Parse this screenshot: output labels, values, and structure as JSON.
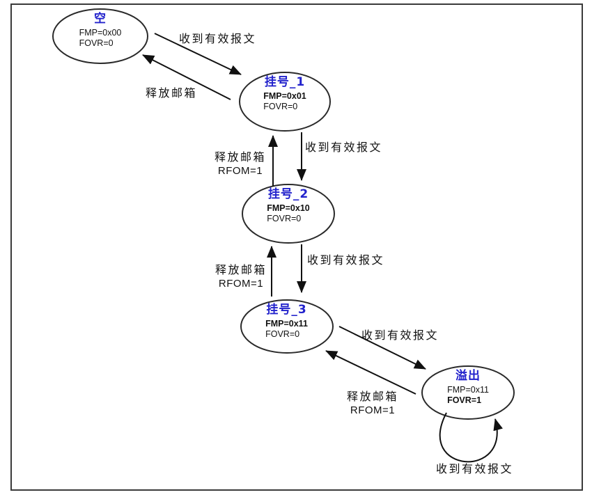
{
  "colors": {
    "state_title": "#2222cc",
    "state_outline": "#2a2a2a",
    "arrow": "#111111",
    "text": "#111111",
    "frame_border": "#3a3a3a",
    "background": "#ffffff"
  },
  "states": [
    {
      "name": "empty",
      "title": "空",
      "fmp": "FMP=0x00",
      "fovr": "FOVR=0"
    },
    {
      "name": "pending-1",
      "title": "挂号_1",
      "fmp": "FMP=0x01",
      "fovr": "FOVR=0"
    },
    {
      "name": "pending-2",
      "title": "挂号_2",
      "fmp": "FMP=0x10",
      "fovr": "FOVR=0"
    },
    {
      "name": "pending-3",
      "title": "挂号_3",
      "fmp": "FMP=0x11",
      "fovr": "FOVR=0"
    },
    {
      "name": "overflow",
      "title": "溢出",
      "fmp": "FMP=0x11",
      "fovr": "FOVR=1"
    }
  ],
  "transitions": [
    {
      "from": "empty",
      "to": "pending-1",
      "label": "收到有效报文"
    },
    {
      "from": "pending-1",
      "to": "empty",
      "label": "释放邮箱"
    },
    {
      "from": "pending-1",
      "to": "pending-2",
      "label": "收到有效报文"
    },
    {
      "from": "pending-2",
      "to": "pending-1",
      "label": "释放邮箱",
      "sublabel": "RFOM=1"
    },
    {
      "from": "pending-2",
      "to": "pending-3",
      "label": "收到有效报文"
    },
    {
      "from": "pending-3",
      "to": "pending-2",
      "label": "释放邮箱",
      "sublabel": "RFOM=1"
    },
    {
      "from": "pending-3",
      "to": "overflow",
      "label": "收到有效报文"
    },
    {
      "from": "overflow",
      "to": "pending-3",
      "label": "释放邮箱",
      "sublabel": "RFOM=1"
    },
    {
      "from": "overflow",
      "to": "overflow",
      "label": "收到有效报文"
    }
  ]
}
